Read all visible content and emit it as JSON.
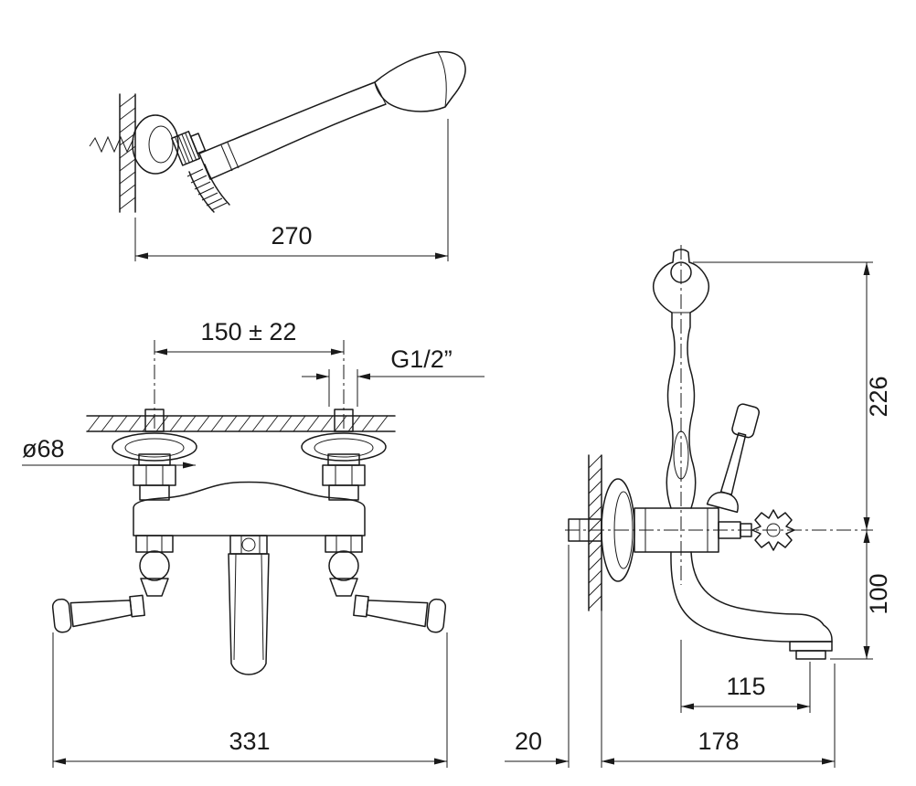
{
  "colors": {
    "line": "#1a1a1a",
    "background": "#ffffff"
  },
  "dimensions": {
    "hand_shower_reach": "270",
    "inlet_spacing": "150 ± 22",
    "thread_size": "G1/2”",
    "escutcheon_diameter": "ø68",
    "overall_width": "331",
    "height_above_axis": "226",
    "axis_to_outlet": "100",
    "outlet_offset_from_axis": "115",
    "wall_recess": "20",
    "spout_projection": "178"
  }
}
